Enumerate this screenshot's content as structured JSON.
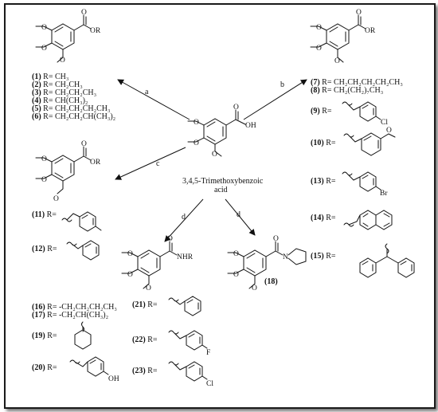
{
  "center": {
    "name_line1": "3,4,5-Trimethoxybenzoic",
    "name_line2": "acid",
    "oh": "OH"
  },
  "steps": {
    "a": "a",
    "b": "b",
    "c": "c",
    "d1": "d",
    "d2": "d"
  },
  "atoms": {
    "O": "O",
    "OR": "OR",
    "NHR": "NHR",
    "N": "N",
    "OH": "OH",
    "F": "F",
    "Cl": "Cl",
    "Br": "Br",
    "R_eq": "R="
  },
  "series_a": [
    {
      "num": "1",
      "text": "R= CH₃"
    },
    {
      "num": "2",
      "text": "R= CH₂CH₃"
    },
    {
      "num": "3",
      "text": "R= CH₂CH₂CH₃"
    },
    {
      "num": "4",
      "text": "R= CH(CH₃)₂"
    },
    {
      "num": "5",
      "text": "R= CH₂CH₂CH₂CH₃"
    },
    {
      "num": "6",
      "text": "R= CH₂CH₂CH(CH₃)₂"
    }
  ],
  "series_b": [
    {
      "num": "7",
      "text": "R= CH₂CH₂CH₂CH₂CH₃"
    },
    {
      "num": "8",
      "text": "R= CH₂(CH₂)₇CH₃"
    }
  ],
  "benzyl_b": [
    {
      "num": "9"
    },
    {
      "num": "10"
    },
    {
      "num": "13"
    },
    {
      "num": "14"
    },
    {
      "num": "15"
    }
  ],
  "series_c": [
    {
      "num": "11"
    },
    {
      "num": "12"
    }
  ],
  "amide": {
    "num": "18"
  },
  "series_d": [
    {
      "num": "16",
      "text": "R= -CH₂CH₂CH₂CH₃"
    },
    {
      "num": "17",
      "text": "R= -CH₂CH(CH₃)₂"
    },
    {
      "num": "19"
    },
    {
      "num": "20"
    },
    {
      "num": "21"
    },
    {
      "num": "22"
    },
    {
      "num": "23"
    }
  ]
}
